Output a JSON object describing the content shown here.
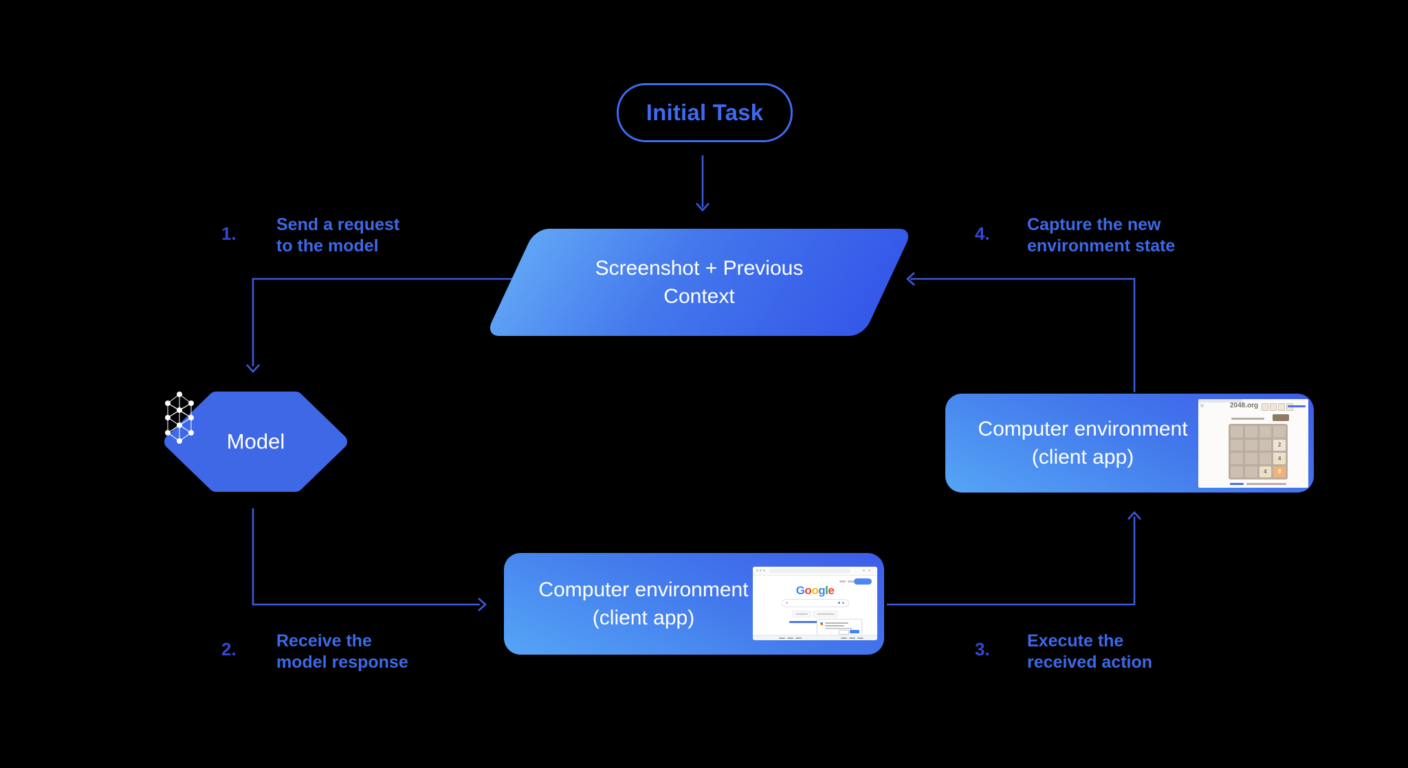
{
  "colors": {
    "background": "#000000",
    "accent_blue": "#3E6AF0",
    "connector_blue": "#3B59DB",
    "label_blue": "#3C69E9",
    "number_blue": "#3547D2",
    "node_gradient_light": "#55A5F6",
    "node_gradient_dark": "#3457E9",
    "hexagon_blue": "#3E68E6",
    "text_white": "#FFFFFF"
  },
  "initial_task": {
    "label": "Initial Task"
  },
  "screenshot_node": {
    "line1": "Screenshot + Previous",
    "line2": "Context"
  },
  "model_node": {
    "label": "Model"
  },
  "env_bottom": {
    "line1": "Computer environment",
    "line2": "(client app)"
  },
  "env_right": {
    "line1": "Computer environment",
    "line2": "(client app)"
  },
  "steps": {
    "s1": {
      "num": "1.",
      "line1": "Send a request",
      "line2": "to the model"
    },
    "s2": {
      "num": "2.",
      "line1": "Receive the",
      "line2": "model response"
    },
    "s3": {
      "num": "3.",
      "line1": "Execute the",
      "line2": "received action"
    },
    "s4": {
      "num": "4.",
      "line1": "Capture the new",
      "line2": "environment state"
    }
  },
  "thumb_google": {
    "logo": [
      "G",
      "o",
      "o",
      "g",
      "l",
      "e"
    ],
    "logo_colors": [
      "#4285F4",
      "#EA4335",
      "#FBBC05",
      "#4285F4",
      "#34A853",
      "#EA4335"
    ]
  },
  "thumb_2048": {
    "site": "2048.org",
    "tiles": {
      "t2": "2",
      "t4a": "4",
      "t4b": "4",
      "t8": "8"
    },
    "tile_colors": {
      "t2": "#EEE4DA",
      "t4": "#EDE0C8",
      "t8": "#F2B179",
      "board": "#BBADA0"
    }
  }
}
